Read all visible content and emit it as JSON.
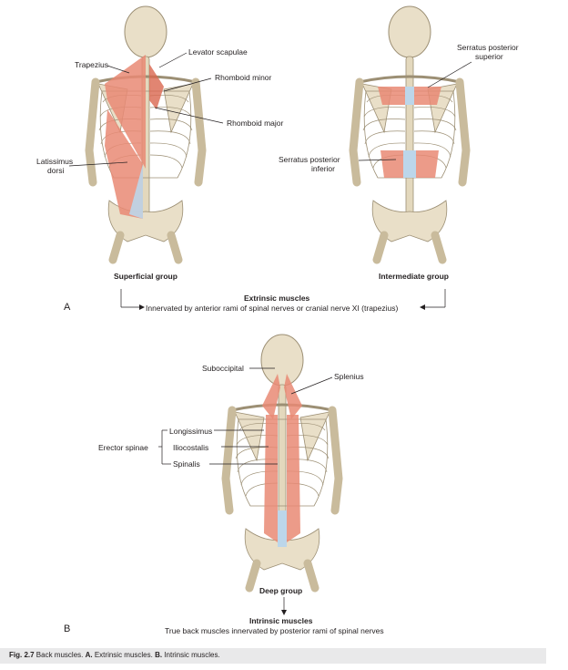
{
  "panel_a": {
    "letter": "A",
    "labels": {
      "trapezius": "Trapezius",
      "levator_scapulae": "Levator scapulae",
      "rhomboid_minor": "Rhomboid minor",
      "rhomboid_major": "Rhomboid major",
      "latissimus_dorsi_1": "Latissimus",
      "latissimus_dorsi_2": "dorsi",
      "serratus_posterior_superior_1": "Serratus posterior",
      "serratus_posterior_superior_2": "superior",
      "serratus_posterior_inferior_1": "Serratus posterior",
      "serratus_posterior_inferior_2": "inferior"
    },
    "group_left": "Superficial group",
    "group_right": "Intermediate group",
    "heading": "Extrinsic muscles",
    "subheading": "Innervated by anterior rami of spinal nerves or cranial nerve XI (trapezius)"
  },
  "panel_b": {
    "letter": "B",
    "labels": {
      "suboccipital": "Suboccipital",
      "splenius": "Splenius",
      "erector_spinae": "Erector spinae",
      "longissimus": "Longissimus",
      "iliocostalis": "Iliocostalis",
      "spinalis": "Spinalis"
    },
    "group": "Deep group",
    "heading": "Intrinsic muscles",
    "subheading": "True back muscles innervated by posterior rami of spinal nerves"
  },
  "caption": {
    "fig": "Fig. 2.7",
    "text": "Back muscles.",
    "a_letter": "A.",
    "a_text": "Extrinsic muscles.",
    "b_letter": "B.",
    "b_text": "Intrinsic muscles."
  },
  "colors": {
    "bone": "#e9dfc8",
    "bone_line": "#9c8f74",
    "muscle": "#e98a74",
    "muscle_dark": "#d9664f",
    "tendon": "#bcd6ea",
    "leader": "#231f20",
    "caption_bg": "#e9e9ea"
  }
}
